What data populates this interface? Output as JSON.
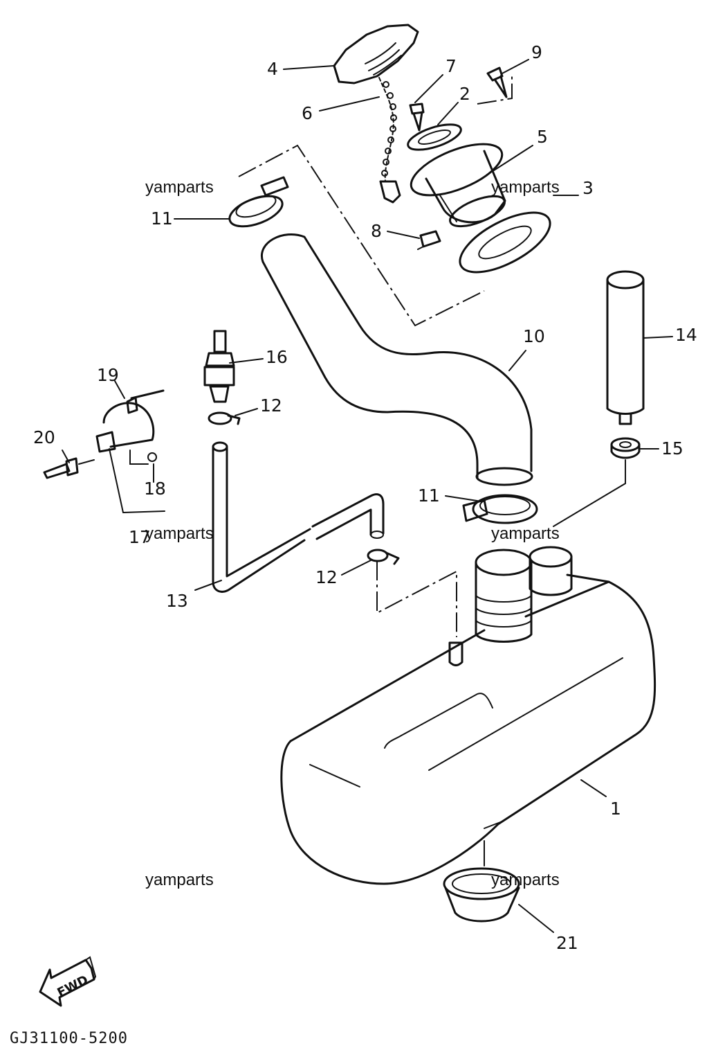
{
  "diagram": {
    "callouts": [
      "1",
      "2",
      "3",
      "4",
      "5",
      "6",
      "7",
      "8",
      "9",
      "10",
      "11",
      "11",
      "12",
      "12",
      "13",
      "14",
      "15",
      "16",
      "17",
      "18",
      "19",
      "20",
      "21"
    ],
    "watermarks": [
      "yamparts",
      "yamparts",
      "yamparts",
      "yamparts",
      "yamparts",
      "yamparts"
    ],
    "direction_label": "FWD",
    "diagram_code": "GJ31100-5200"
  }
}
